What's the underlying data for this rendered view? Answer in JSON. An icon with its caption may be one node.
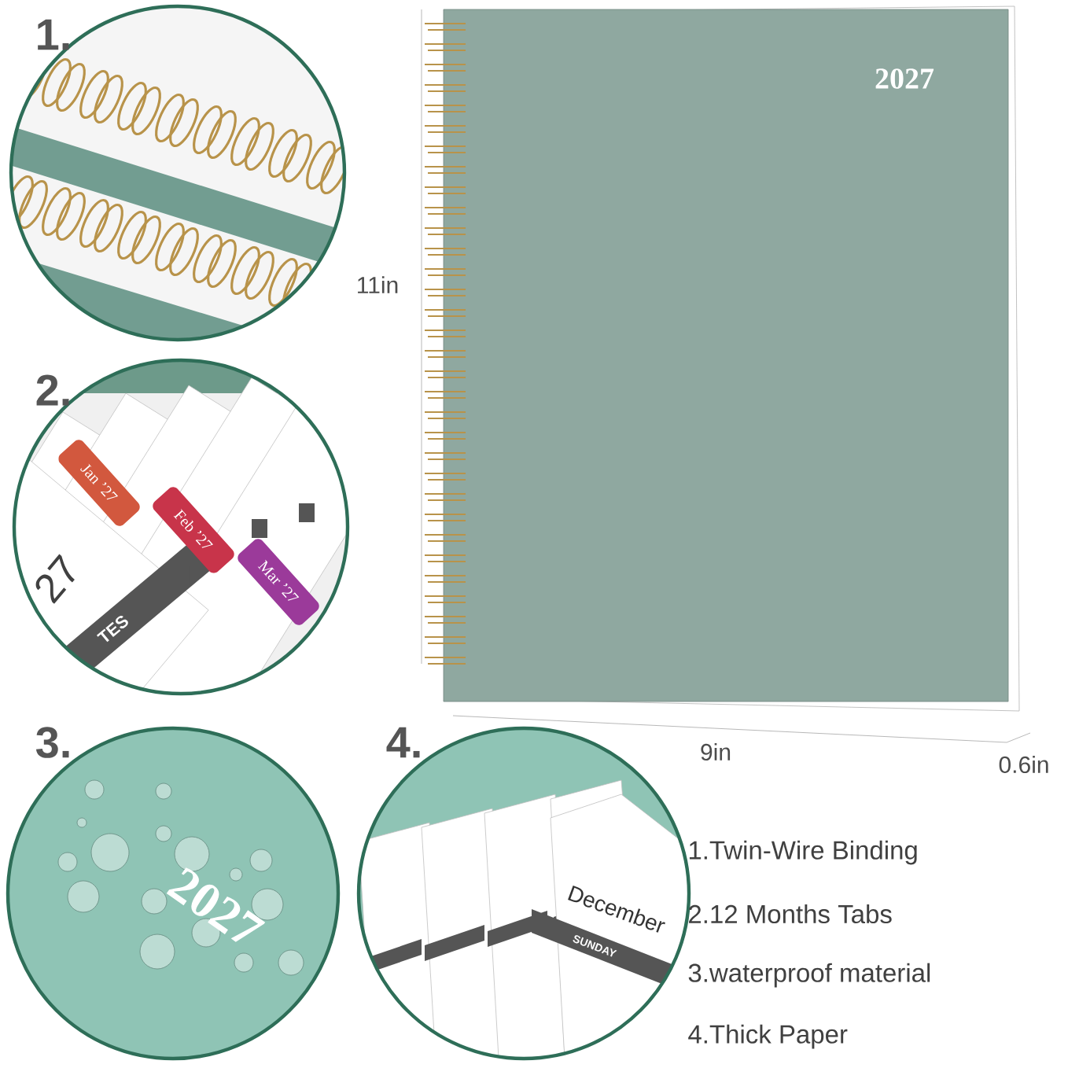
{
  "diagram": {
    "labels": [
      "1.",
      "2027",
      "11in",
      "2.",
      "Jan ’27",
      "Feb ’27",
      "Mar ’27",
      "27",
      "TES",
      "9in",
      "0.6in",
      "3.",
      "2027",
      "4.",
      "December",
      "SUNDAY",
      "1.Twin-Wire Binding",
      "2.12 Months Tabs",
      "3.waterproof material",
      "4.Thick Paper"
    ]
  }
}
